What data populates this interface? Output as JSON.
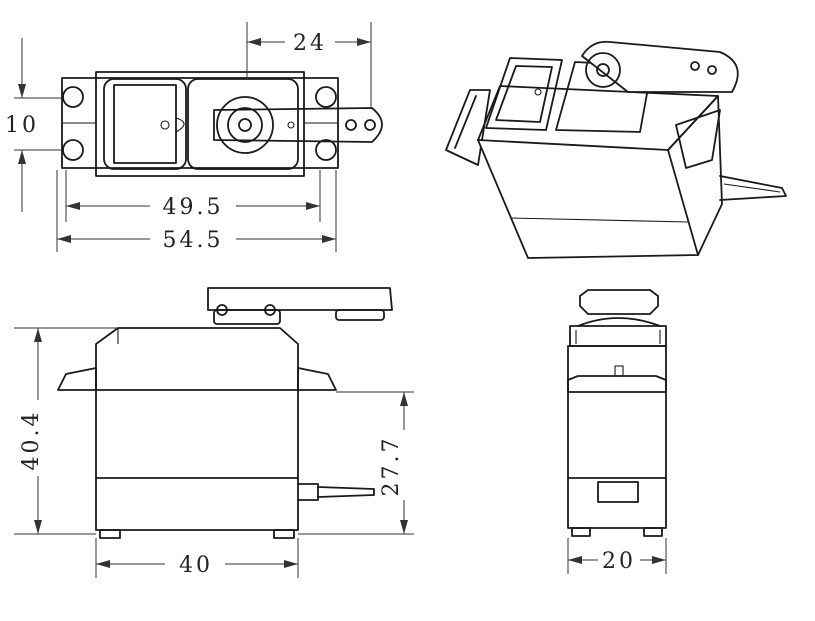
{
  "dimensions": {
    "horn_offset": "24",
    "mount_hole_spacing": "10",
    "hole_span": "49.5",
    "overall_length": "54.5",
    "overall_height": "40.4",
    "flange_height": "27.7",
    "body_length": "40",
    "body_width": "20"
  },
  "colors": {
    "line": "#1a1a1a",
    "background": "#ffffff"
  }
}
